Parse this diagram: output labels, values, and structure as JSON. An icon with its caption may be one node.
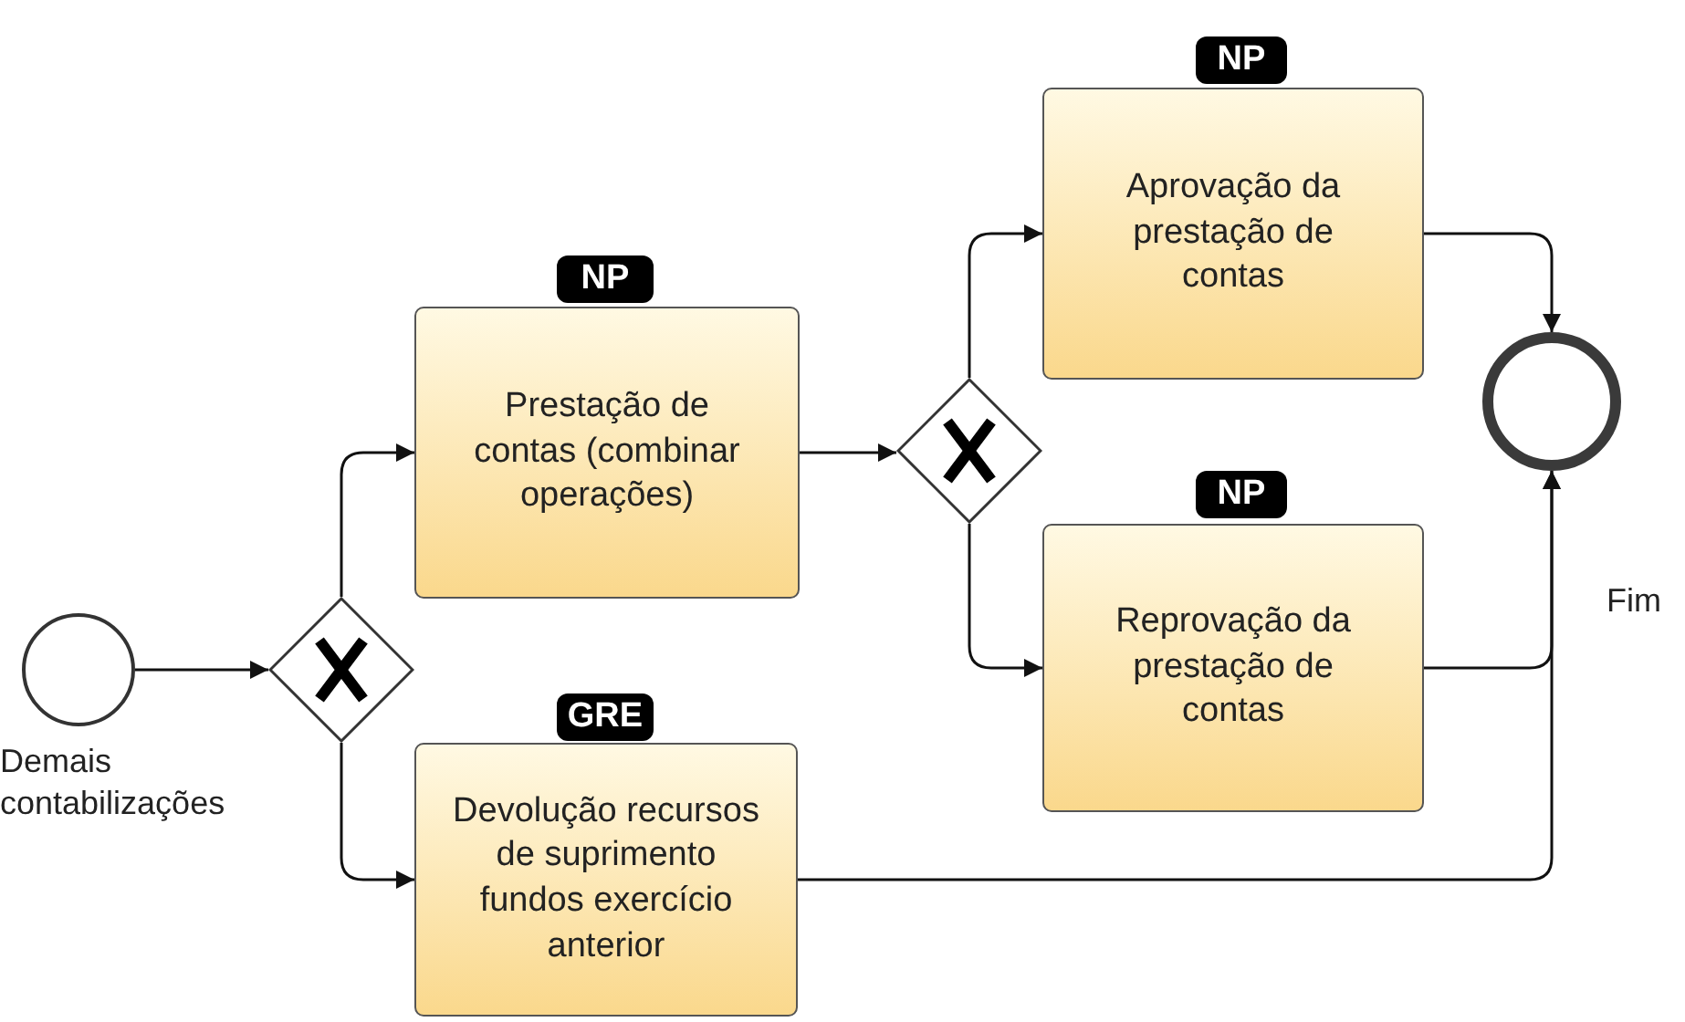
{
  "diagram": {
    "nodes": [
      {
        "text": [],
        "shape": "circle",
        "beside": [
          "Demais contabilizações"
        ]
      },
      {
        "text": [],
        "shape": "diamond"
      },
      {
        "text": [
          "NP"
        ]
      },
      {
        "text": [
          "Prestação de contas (combinar operações)"
        ]
      },
      {
        "text": [
          "GRE"
        ]
      },
      {
        "text": [
          "Devolução recursos de suprimento fundos exercício anterior"
        ]
      },
      {
        "text": [],
        "shape": "diamond"
      },
      {
        "text": [
          "NP"
        ]
      },
      {
        "text": [
          "Aprovação da prestação de contas"
        ]
      },
      {
        "text": [
          "NP"
        ]
      },
      {
        "text": [
          "Reprovação da prestação de contas"
        ]
      },
      {
        "text": [],
        "shape": "circle",
        "beside": [
          "Fim"
        ]
      }
    ],
    "edges": [
      {
        "from": 0,
        "to": 1,
        "arrow": "to"
      },
      {
        "from": 1,
        "to": 3,
        "arrow": "to"
      },
      {
        "from": 1,
        "to": 5,
        "arrow": "to"
      },
      {
        "from": 3,
        "to": 6,
        "arrow": "to"
      },
      {
        "from": 6,
        "to": 8,
        "arrow": "to"
      },
      {
        "from": 6,
        "to": 10,
        "arrow": "to"
      },
      {
        "from": 8,
        "to": 11,
        "arrow": "to"
      },
      {
        "from": 10,
        "to": 11,
        "arrow": "to"
      },
      {
        "from": 5,
        "to": 11,
        "arrow": "to"
      }
    ]
  }
}
